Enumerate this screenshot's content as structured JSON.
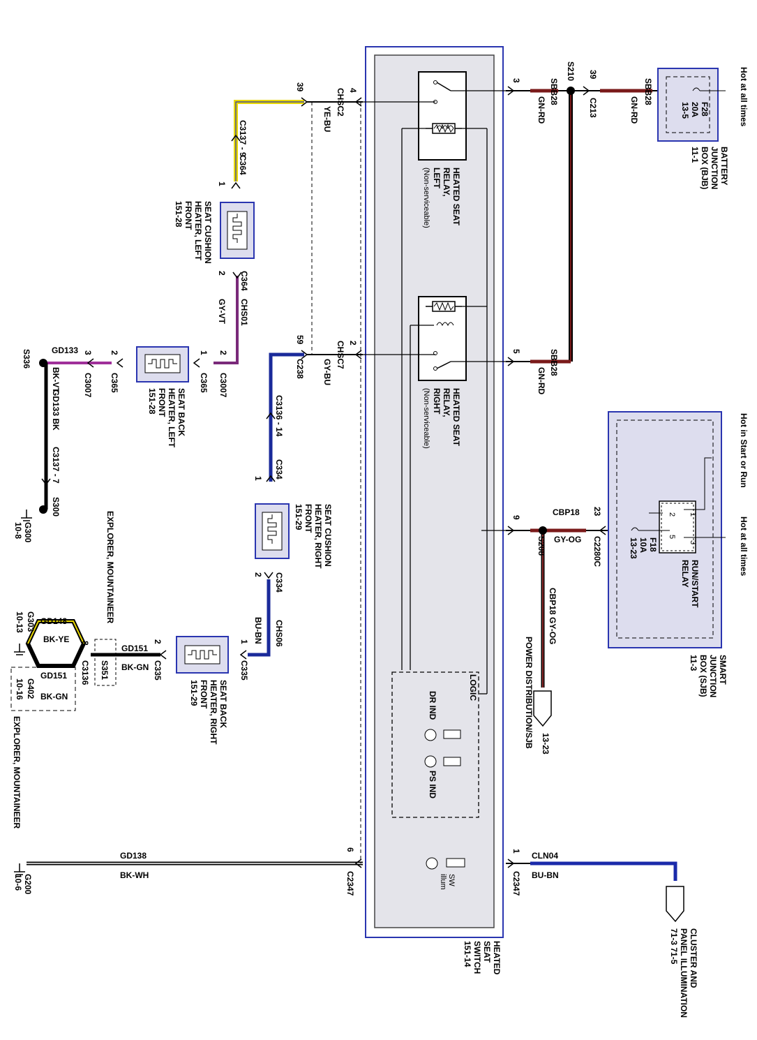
{
  "wires": {
    "chsc2": {
      "circuit": "CHSC2",
      "color": "YE-BU",
      "pin_a": "39",
      "pin_b": "4"
    },
    "chsc7": {
      "circuit": "CHSC7",
      "color": "GY-BU",
      "pin_a": "59",
      "pin_b": "2",
      "conn": "C238"
    },
    "sbb28_top": {
      "circuit": "SBB28",
      "color": "GN-RD",
      "pin": "3"
    },
    "sbb28_right": {
      "circuit": "SBB28",
      "color": "GN-RD",
      "pin": "39",
      "conn": "C213"
    },
    "sbb28_mid": {
      "circuit": "SBB28",
      "color": "GN-RD",
      "pin": "5"
    },
    "chs01": {
      "circuit": "CHS01",
      "color": "GY-VT"
    },
    "gd133": {
      "circuit": "GD133",
      "color": "BK-VT"
    },
    "gd133_bk": {
      "text": "GD133  BK"
    },
    "chs06": {
      "circuit": "CHS06",
      "color": "BU-BN"
    },
    "gd151": {
      "circuit": "GD151",
      "color": "BK-GN"
    },
    "gd148": {
      "circuit": "GD148",
      "color": "BK-YE"
    },
    "gd151b": {
      "circuit": "GD151",
      "color": "BK-GN"
    },
    "cbp18": {
      "circuit": "CBP18",
      "color": "GY-OG",
      "pin_a": "9",
      "pin_b": "23",
      "conn": "C2280C"
    },
    "cbp18_down": {
      "text": "CBP18   GY-OG"
    },
    "gd138": {
      "circuit": "GD138",
      "color": "BK-WH",
      "pin": "6",
      "conn": "C2347"
    },
    "cln04": {
      "circuit": "CLN04",
      "color": "BU-BN",
      "pin": "1",
      "conn": "C2347"
    }
  },
  "splices": {
    "s210": "S210",
    "s208": "S208",
    "s336": "S336",
    "s300": "S300",
    "s351": "S351"
  },
  "connectors": {
    "c3137_9": "C3137 - 9",
    "c364_a": "C364",
    "c364_b": "C364",
    "c3007_a": "C3007",
    "c3007_b": "C3007",
    "c365_a": "C365",
    "c365_b": "C365",
    "c3137_7": "C3137 - 7",
    "c3136_14": "C3136 - 14",
    "c334_a": "C334",
    "c334_b": "C334",
    "c335_a": "C335",
    "c335_b": "C335",
    "c3136": "C3136",
    "pin_1a": "1",
    "pin_2a": "2",
    "pin_2b": "2",
    "pin_1b": "1",
    "pin_2c": "2",
    "pin_3": "3",
    "pin_1c": "1",
    "pin_2d": "2",
    "pin_1d": "1",
    "pin_2e": "2",
    "pin_8": "8"
  },
  "grounds": {
    "g300": "G300",
    "g300_ref": "10-8",
    "g303": "G303",
    "g303_ref": "10-13",
    "g402": "G402",
    "g402_ref": "10-16",
    "g200": "G200",
    "g200_ref": "10-6"
  },
  "components": {
    "relay_left": [
      "HEATED SEAT",
      "RELAY,",
      "LEFT",
      "(Non-serviceable)"
    ],
    "relay_right": [
      "HEATED SEAT",
      "RELAY,",
      "RIGHT",
      "(Non-serviceable)"
    ],
    "cushion_left": [
      "SEAT CUSHION",
      "HEATER, LEFT",
      "FRONT",
      "151-28"
    ],
    "back_left": [
      "SEAT BACK",
      "HEATER, LEFT",
      "FRONT",
      "151-28"
    ],
    "cushion_right": [
      "SEAT CUSHION",
      "HEATER, RIGHT",
      "FRONT",
      "151-29"
    ],
    "back_right": [
      "SEAT BACK",
      "HEATER, RIGHT",
      "FRONT",
      "151-29"
    ],
    "switch": [
      "HEATED",
      "SEAT",
      "SWITCH",
      "151-14"
    ],
    "bjb": [
      "BATTERY",
      "JUNCTION",
      "BOX (BJB)",
      "11-1"
    ],
    "bjb_fuse": [
      "F28",
      "20A",
      "13-5"
    ],
    "sjb": [
      "SMART",
      "JUNCTION",
      "BOX (SJB)",
      "11-3"
    ],
    "sjb_fuse": [
      "F18",
      "10A",
      "13-23"
    ],
    "run_start_relay": [
      "RUN/START",
      "RELAY"
    ],
    "logic": "LOGIC",
    "dr_ind": "DR IND",
    "ps_ind": "PS IND",
    "sw_illum": [
      "SW",
      "illum"
    ],
    "power_dist": [
      "POWER DISTRIBUTION/SJB",
      "13-23"
    ],
    "cluster": [
      "CLUSTER AND",
      "PANEL ILLUMINATION",
      "71-3    71-5"
    ]
  },
  "hot_labels": {
    "bjb_hot": "Hot at all times",
    "sjb_hot1": "Hot in Start or Run",
    "sjb_hot2": "Hot at all times"
  },
  "relay_pins": [
    "1",
    "2",
    "5",
    "3"
  ],
  "model_notes": {
    "note1": "EXPLORER, MOUNTAINEER",
    "note2": "EXPLORER, MOUNTAINEER"
  }
}
